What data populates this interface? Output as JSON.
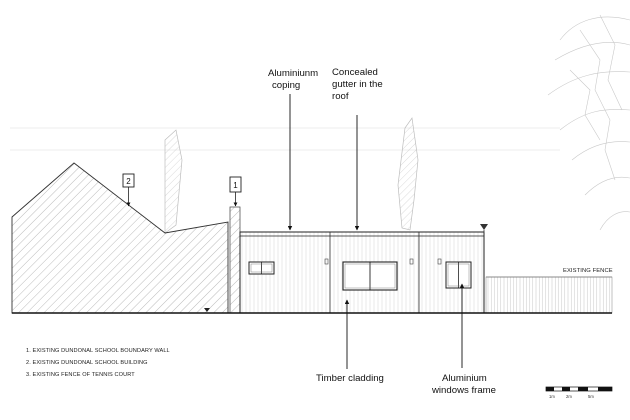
{
  "annotations": {
    "coping": [
      "Aluminiunm",
      "coping"
    ],
    "gutter": [
      "Concealed",
      "gutter in the",
      "roof"
    ],
    "cladding": "Timber cladding",
    "frame": [
      "Aluminium",
      "windows frame"
    ]
  },
  "markers": [
    "2",
    "1"
  ],
  "existing_fence_label": "EXISTING FENCE",
  "legend": [
    "1. EXISTING DUNDONAL SCHOOL BOUNDARY WALL",
    "2. EXISTING DUNDONAL SCHOOL BUILDING",
    "3. EXISTING  FENCE OF TENNIS COURT"
  ],
  "scale_bar": {
    "labels": [
      "1m",
      "2m",
      "5m"
    ]
  }
}
